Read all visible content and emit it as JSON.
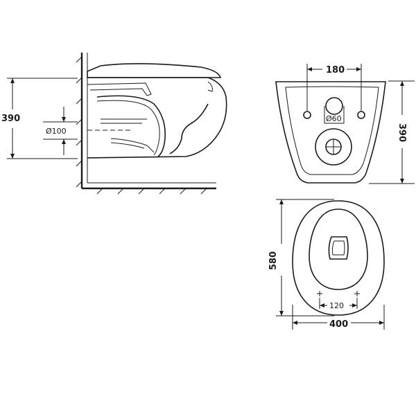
{
  "side_view": {
    "height_label": "390",
    "pipe_diameter_label": "Ø100"
  },
  "rear_view": {
    "bolt_spacing_label": "180",
    "outlet_diameter_label": "Ø60",
    "height_label": "390"
  },
  "top_view": {
    "length_label": "580",
    "hole_spacing_label": "120",
    "width_label": "400"
  }
}
